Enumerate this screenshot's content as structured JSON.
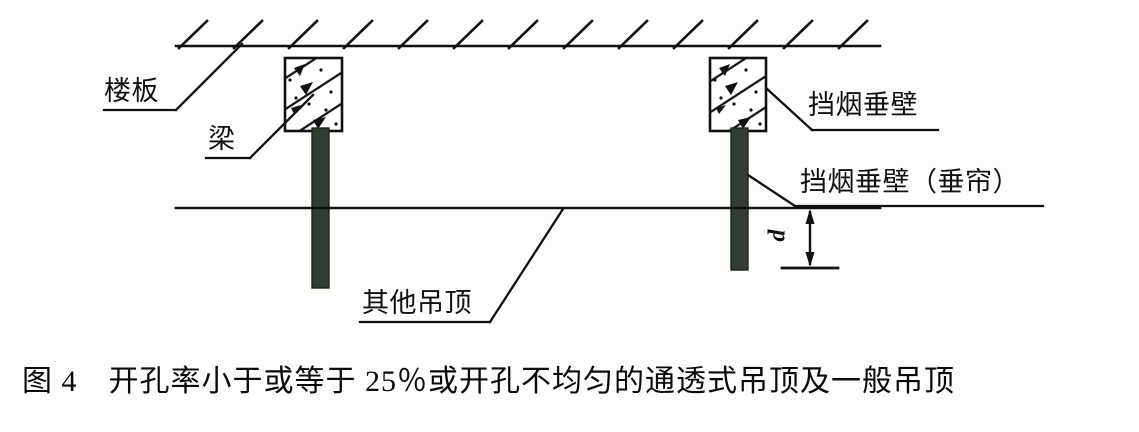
{
  "figure": {
    "caption": "图 4　开孔率小于或等于 25％或开孔不均匀的通透式吊顶及一般吊顶",
    "caption_number": "图 4",
    "caption_title": "开孔率小于或等于 25％或开孔不均匀的通透式吊顶及一般吊顶",
    "background_color": "#fdfdfc",
    "line_color": "#111111",
    "barrier_fill_color": "#333d33"
  },
  "labels": {
    "floor_slab": "楼板",
    "beam": "梁",
    "other_ceiling": "其他吊顶",
    "smoke_barrier": "挡烟垂壁",
    "smoke_barrier_curtain": "挡烟垂壁（垂帘）",
    "depth_dimension": "d"
  },
  "diagram": {
    "type": "architectural-section",
    "elements": [
      {
        "name": "floor-slab-line",
        "kind": "line",
        "note": "结构楼板，带45°剖面填充线"
      },
      {
        "name": "beam-left",
        "kind": "reinforced-concrete-section",
        "note": "混凝土梁剖面，斜线加三角点填充"
      },
      {
        "name": "beam-right",
        "kind": "reinforced-concrete-section",
        "note": "混凝土梁剖面，斜线加三角点填充"
      },
      {
        "name": "smoke-barrier-left",
        "kind": "filled-rect",
        "note": "挡烟垂壁，深色填充"
      },
      {
        "name": "smoke-barrier-right",
        "kind": "filled-rect",
        "note": "挡烟垂壁（垂帘），深色填充"
      },
      {
        "name": "ceiling-line",
        "kind": "line",
        "note": "其他吊顶标高线"
      },
      {
        "name": "depth-dimension",
        "kind": "dimension-arrow",
        "note": "垂壁下垂深度 d"
      }
    ]
  }
}
